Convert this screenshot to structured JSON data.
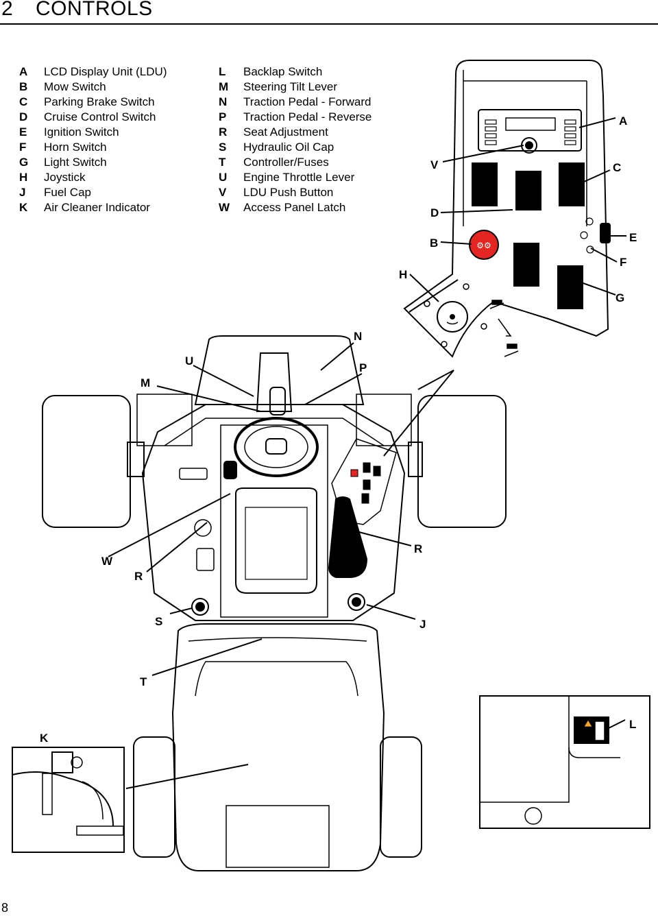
{
  "header": {
    "section_number": "2",
    "section_title": "CONTROLS"
  },
  "legend_left": [
    {
      "key": "A",
      "label": "LCD Display Unit (LDU)"
    },
    {
      "key": "B",
      "label": "Mow Switch"
    },
    {
      "key": "C",
      "label": "Parking Brake Switch"
    },
    {
      "key": "D",
      "label": "Cruise Control Switch"
    },
    {
      "key": "E",
      "label": "Ignition Switch"
    },
    {
      "key": "F",
      "label": "Horn Switch"
    },
    {
      "key": "G",
      "label": "Light Switch"
    },
    {
      "key": "H",
      "label": "Joystick"
    },
    {
      "key": "J",
      "label": "Fuel Cap"
    },
    {
      "key": "K",
      "label": "Air Cleaner Indicator"
    }
  ],
  "legend_right": [
    {
      "key": "L",
      "label": "Backlap Switch"
    },
    {
      "key": "M",
      "label": "Steering Tilt Lever"
    },
    {
      "key": "N",
      "label": "Traction Pedal - Forward"
    },
    {
      "key": "P",
      "label": "Traction Pedal - Reverse"
    },
    {
      "key": "R",
      "label": "Seat Adjustment"
    },
    {
      "key": "S",
      "label": "Hydraulic Oil Cap"
    },
    {
      "key": "T",
      "label": "Controller/Fuses"
    },
    {
      "key": "U",
      "label": "Engine Throttle Lever"
    },
    {
      "key": "V",
      "label": "LDU Push Button"
    },
    {
      "key": "W",
      "label": "Access Panel Latch"
    }
  ],
  "callouts": {
    "A": "A",
    "B": "B",
    "C": "C",
    "D": "D",
    "E": "E",
    "F": "F",
    "G": "G",
    "H": "H",
    "J": "J",
    "K": "K",
    "L": "L",
    "M": "M",
    "N": "N",
    "P": "P",
    "R1": "R",
    "R2": "R",
    "S": "S",
    "T": "T",
    "U": "U",
    "V": "V",
    "W": "W"
  },
  "page_number": "8"
}
